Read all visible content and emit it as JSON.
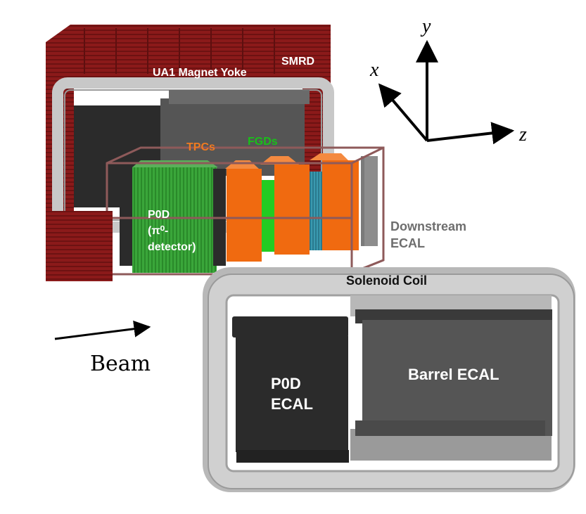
{
  "labels": {
    "magnet_yoke": "UA1 Magnet Yoke",
    "smrd": "SMRD",
    "tpcs": "TPCs",
    "fgds": "FGDs",
    "p0d_line1": "P0D",
    "p0d_line2": "(π⁰-",
    "p0d_line3": "detector)",
    "downstream_line1": "Downstream",
    "downstream_line2": "ECAL",
    "solenoid_coil": "Solenoid Coil",
    "p0d_ecal_line1": "P0D",
    "p0d_ecal_line2": "ECAL",
    "barrel_ecal": "Barrel ECAL",
    "beam": "Beam"
  },
  "axes": {
    "y": "y",
    "x": "x",
    "z": "z"
  },
  "colors": {
    "yoke": "#8b1a1a",
    "yoke_dark": "#5e0f0f",
    "frame_grey": "#c8c8c8",
    "frame_dark": "#8a8a8a",
    "module_dark": "#2b2b2b",
    "module_mid": "#555555",
    "p0d_green": "#3aa63a",
    "tpc_orange": "#f06a10",
    "fgd_green": "#22cc22",
    "fgd_label": "#19c019",
    "tpc_label": "#f07a20",
    "cage": "#8e5a5a",
    "downstream_label": "#6e6e6e"
  }
}
